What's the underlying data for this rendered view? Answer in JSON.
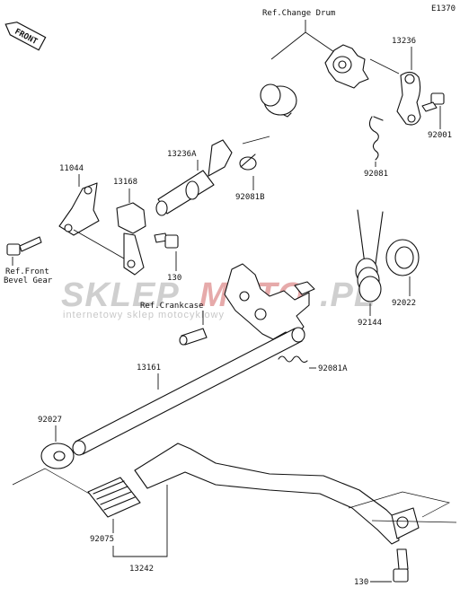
{
  "diagram": {
    "code": "E1370",
    "front_badge": "FRONT",
    "refs": {
      "change_drum": "Ref.Change Drum",
      "front_bevel_1": "Ref.Front",
      "front_bevel_2": "Bevel Gear",
      "crankcase": "Ref.Crankcase"
    },
    "parts": {
      "p13236": "13236",
      "p92001": "92001",
      "p92081": "92081",
      "p13236a": "13236A",
      "p92081b": "92081B",
      "p11044": "11044",
      "p13168": "13168",
      "p130_upper": "130",
      "p92022": "92022",
      "p92144": "92144",
      "p92081a": "92081A",
      "p13161": "13161",
      "p92027": "92027",
      "p92075": "92075",
      "p13242": "13242",
      "p130_lower": "130"
    },
    "watermark": {
      "brand_left": "SKLEP",
      "brand_right": "MOTO",
      "brand_tail": ".PL",
      "tagline": "internetowy sklep motocyklowy"
    }
  },
  "colors": {
    "ink": "#111111",
    "watermark_grey": "#c9c9c9",
    "watermark_red": "#e3a3a3"
  }
}
